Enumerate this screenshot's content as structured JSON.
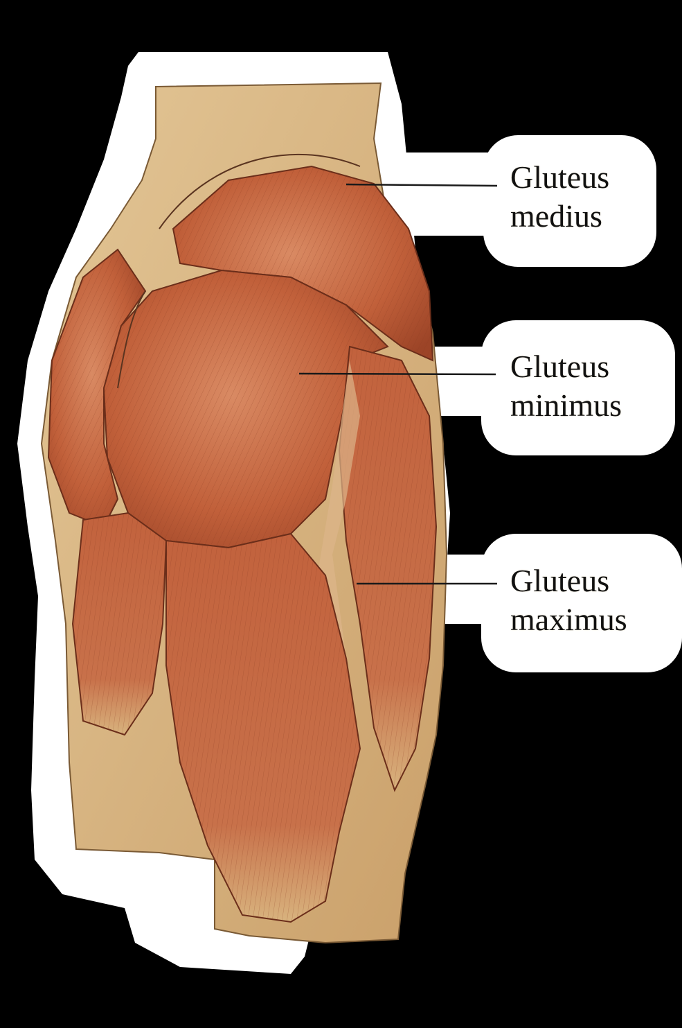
{
  "diagram": {
    "subject": "Posterior view of hip and thigh muscles",
    "background_color": "#000000",
    "sticker_outline_color": "#ffffff",
    "skin_color": "#d9b886",
    "muscle_color": "#c2623d",
    "leader_line_color": "#1a1a1a"
  },
  "labels": [
    {
      "line1": "Gluteus",
      "line2": "medius"
    },
    {
      "line1": "Gluteus",
      "line2": "minimus"
    },
    {
      "line1": "Gluteus",
      "line2": "maximus"
    }
  ]
}
